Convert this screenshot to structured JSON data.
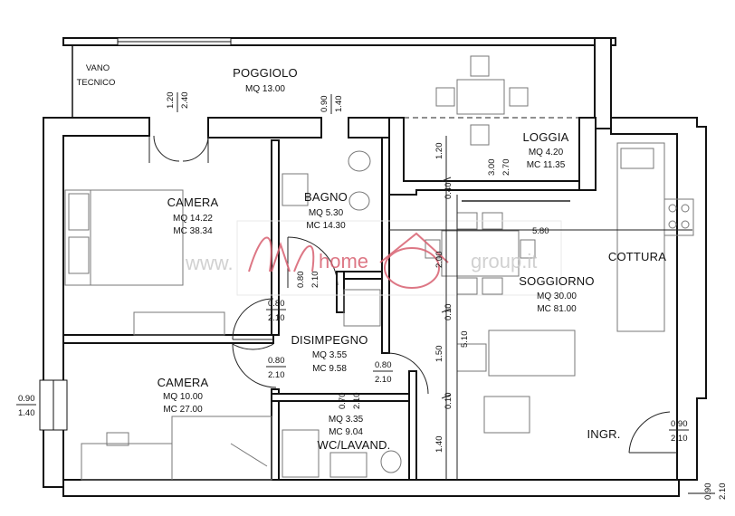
{
  "rooms": {
    "poggiolo": {
      "name": "POGGIOLO",
      "l1": "MQ 13.00"
    },
    "vano": {
      "l1": "VANO",
      "l2": "TECNICO"
    },
    "loggia": {
      "name": "LOGGIA",
      "l1": "MQ 4.20",
      "l2": "MC 11.35"
    },
    "camera1": {
      "name": "CAMERA",
      "l1": "MQ 14.22",
      "l2": "MC 38.34"
    },
    "bagno": {
      "name": "BAGNO",
      "l1": "MQ 5.30",
      "l2": "MC 14.30"
    },
    "soggiorno": {
      "name": "SOGGIORNO",
      "l1": "MQ 30.00",
      "l2": "MC 81.00"
    },
    "cottura": {
      "name": "COTTURA"
    },
    "disimpegno": {
      "name": "DISIMPEGNO",
      "l1": "MQ 3.55",
      "l2": "MC 9.58"
    },
    "camera2": {
      "name": "CAMERA",
      "l1": "MQ 10.00",
      "l2": "MC 27.00"
    },
    "wc": {
      "name": "WC/LAVAND.",
      "l1": "MQ 3.35",
      "l2": "MC 9.04"
    },
    "ingr": {
      "name": "INGR."
    }
  },
  "dims": {
    "d1": {
      "a": "1.20",
      "b": "2.40"
    },
    "d2": {
      "a": "0.90",
      "b": "1.40"
    },
    "d3": {
      "a": "0.80",
      "b": "2.10"
    },
    "d4": {
      "a": "0.80",
      "b": "2.10"
    },
    "d5": {
      "a": "0.80",
      "b": "2.10"
    },
    "d6": {
      "a": "0.70",
      "b": "2.10"
    },
    "d7": {
      "a": "0.90",
      "b": "1.40"
    },
    "d8": {
      "a": "0.90",
      "b": "2.10"
    },
    "d9": {
      "a": "0.90",
      "b": "2.10"
    },
    "d10": {
      "a": "3.00",
      "b": "2.70"
    },
    "d11": {
      "a": "0.80",
      "b": "2.10"
    },
    "v_120": "1.20",
    "v_040": "0.40",
    "v_200": "2.00",
    "v_010a": "0.10",
    "v_150": "1.50",
    "v_510": "5.10",
    "v_010b": "0.10",
    "v_140": "1.40",
    "h_580": "5.80"
  },
  "watermark": {
    "left": "www.",
    "right": "group.it",
    "middle": "home"
  },
  "colors": {
    "wall": "#111111",
    "furniture": "#777777",
    "watermark": "#d86070",
    "watermark_text": "#c9c9c9"
  }
}
